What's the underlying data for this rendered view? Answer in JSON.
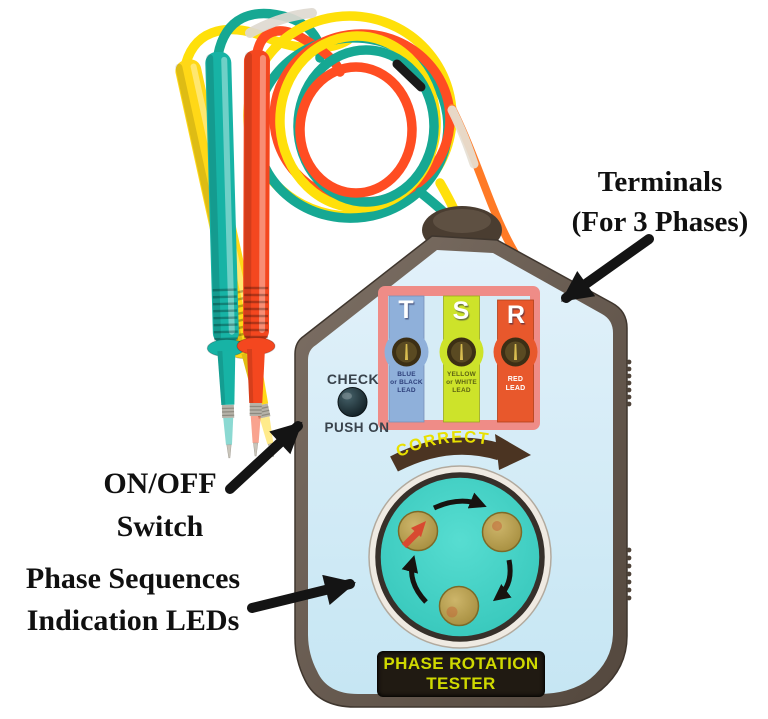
{
  "annotations": {
    "terminals": {
      "line1": "Terminals",
      "line2": "(For 3 Phases)"
    },
    "on_off": {
      "line1": "ON/OFF",
      "line2": "Switch"
    },
    "phase_leds": {
      "line1": "Phase Sequences",
      "line2": "Indication LEDs"
    }
  },
  "device": {
    "name_plate": {
      "line1": "PHASE ROTATION",
      "line2": "TESTER"
    },
    "switch": {
      "top_label": "CHECK",
      "bottom_label": "PUSH ON"
    },
    "rotation_indicator": {
      "direction_label": "CORRECT"
    },
    "terminals": [
      {
        "letter": "T",
        "lead_label": "BLUE\nor BLACK\nLEAD",
        "color": "#8fb0da",
        "label_color": "#2d3f7a"
      },
      {
        "letter": "S",
        "lead_label": "YELLOW\nor WHITE\nLEAD",
        "color": "#cde32a",
        "label_color": "#5c6212"
      },
      {
        "letter": "R",
        "lead_label": "RED\nLEAD",
        "color": "#e8582c",
        "label_color": "#ffffff"
      }
    ],
    "probes": [
      {
        "name": "yellow lead probe",
        "color": "#ffd817"
      },
      {
        "name": "teal lead probe",
        "color": "#17b3a5"
      },
      {
        "name": "red lead probe",
        "color": "#f4471f"
      }
    ]
  },
  "colors": {
    "face": "#cfe9f5",
    "body": "#6a5d52",
    "terminal_frame": "#ef8c87",
    "dial_fill": "#3fd0c4",
    "led": "#b59a42",
    "wire_teal": "#16a893",
    "wire_yellow": "#ffe00a",
    "wire_red": "#ff4d22",
    "wire_orange": "#ff7a26",
    "annotation_text": "#101010"
  }
}
